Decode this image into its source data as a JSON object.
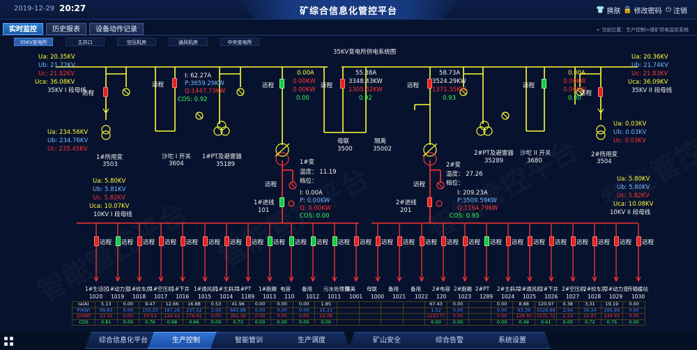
{
  "header": {
    "date": "2019-12-29",
    "time": "20:27",
    "title": "矿综合信息化管控平台",
    "skin": "换肤",
    "change_password": "修改密码",
    "logout": "注销"
  },
  "top_tabs": [
    "实时监控",
    "历史报表",
    "设备动作记录"
  ],
  "location": "当前位置：生产控制>煤矿供电监控系统",
  "sub_tabs": [
    "35KV变电所",
    "主井口",
    "空压机房",
    "通风机房",
    "中央变电所"
  ],
  "diagram": {
    "title": "35KV变电所供电系统图",
    "left_bus": {
      "ua": "Ua:  20.35KV",
      "ub": "Ub:  21.72KV",
      "uc": "Uc:  21.82KV",
      "uca": "Uca:  36.08KV",
      "name": "35KV I 段母线"
    },
    "right_bus": {
      "ua": "Ua:  20.36KV",
      "ub": "Ub:  21.74KV",
      "uc": "Uc:  21.83KV",
      "uca": "Uca:  36.09KV",
      "name": "35KV II 段母线"
    },
    "tr1": {
      "ua": "Ua:  234.56KV",
      "ub": "Ub:  234.76KV",
      "uc": "Uc:  235.45KV",
      "name": "1#所用变",
      "code": "3503"
    },
    "tr2": {
      "ua": "Ua:  0.03KV",
      "ub": "Ub:  0.03KV",
      "uc": "Uc:  0.03KV",
      "name": "2#所用变",
      "code": "3504"
    },
    "line1": {
      "i": "I:   62.27A",
      "p": "P:3659.29KW",
      "q": "Q:1447.73KW",
      "cos": "COS:    0.92",
      "name": "沙坨 I 开关",
      "code": "3604"
    },
    "line2": {
      "name": "沙坨 II 开关",
      "code": "3680"
    },
    "pt1": {
      "name": "1#PT及避雷器",
      "code": "35189"
    },
    "pt2": {
      "name": "2#PT及避雷器",
      "code": "35289"
    },
    "f1": {
      "i": "0.00A",
      "p": "0.00KW",
      "q": "0.00KW",
      "cos": "0.00"
    },
    "tie": {
      "i": "55.38A",
      "p": "3348.43KW",
      "q": "1305.62KW",
      "cos": "0.92",
      "name": "母联",
      "code": "3500",
      "name2": "隔离",
      "code2": "35002"
    },
    "f2": {
      "i": "58.73A",
      "p": "3524.29KW",
      "q": "1371.35KW",
      "cos": "0.93"
    },
    "f3": {
      "i": "0.00A",
      "p": "0.00KW",
      "q": "0.00KW",
      "cos": "0.00"
    },
    "t1": {
      "name": "1#变",
      "temp": "温度：  11.19",
      "pos": "档位："
    },
    "t2": {
      "name": "2#变",
      "temp": "温度：  27.26",
      "pos": "档位："
    },
    "in1": {
      "i": "I:       0.00A",
      "p": "P:      0.00KW",
      "q": "Q:      0.00KW",
      "cos": "COS:          0.00",
      "name": "1#进线",
      "code": "101"
    },
    "in2": {
      "i": "I:   209.23A",
      "p": "P:3509.59KW",
      "q": "Q:1164.79KW",
      "cos": "COS:      0.95",
      "name": "2#进线",
      "code": "201"
    },
    "low_left": {
      "ua": "Ua:  5.80KV",
      "ub": "Ub:  5.81KV",
      "uc": "Uc:  5.82KV",
      "uca": "Uca:  10.07KV",
      "name": "10KV I 段母线"
    },
    "low_right": {
      "ua": "Ua:  5.80KV",
      "ub": "Ub:  5.80KV",
      "uc": "Uc:  5.82KV",
      "uca": "Uca:  10.08KV",
      "name": "10KV II 段母线"
    },
    "remote": "远程"
  },
  "feeders": [
    {
      "name": "1#生活区",
      "code": "1020",
      "color": "red"
    },
    {
      "name": "1#动力变",
      "code": "1019",
      "color": "green"
    },
    {
      "name": "1#绞车房",
      "code": "1018",
      "color": "red"
    },
    {
      "name": "1#空压机",
      "code": "1017",
      "color": "red"
    },
    {
      "name": "1#下井",
      "code": "1016",
      "color": "red"
    },
    {
      "name": "1#通风机",
      "code": "1015",
      "color": "red"
    },
    {
      "name": "1#主斜井",
      "code": "1014",
      "color": "red"
    },
    {
      "name": "1#PT",
      "code": "1189",
      "color": "red"
    },
    {
      "name": "1#跑踢",
      "code": "1013",
      "color": "green"
    },
    {
      "name": "电容",
      "code": "110",
      "color": "green"
    },
    {
      "name": "备用",
      "code": "1012",
      "color": "green"
    },
    {
      "name": "污水处理变",
      "code": "1011",
      "color": "green"
    },
    {
      "name": "隔离",
      "code": "1001",
      "color": "red"
    },
    {
      "name": "母联",
      "code": "1000",
      "color": "red"
    },
    {
      "name": "备用",
      "code": "1021",
      "color": "red"
    },
    {
      "name": "备用",
      "code": "1022",
      "color": "red"
    },
    {
      "name": "2#电容",
      "code": "120",
      "color": "red"
    },
    {
      "name": "2#跑踢",
      "code": "1023",
      "color": "red"
    },
    {
      "name": "2#PT",
      "code": "1289",
      "color": "green"
    },
    {
      "name": "2#主斜井",
      "code": "1024",
      "color": "red"
    },
    {
      "name": "2#通风机",
      "code": "1025",
      "color": "red"
    },
    {
      "name": "2#下井",
      "code": "1026",
      "color": "red"
    },
    {
      "name": "2#空压机",
      "code": "1027",
      "color": "red"
    },
    {
      "name": "2#绞车房",
      "code": "1028",
      "color": "red"
    },
    {
      "name": "2#动力变",
      "code": "1029",
      "color": "red"
    },
    {
      "name": "传输缓站",
      "code": "1030",
      "color": "red"
    }
  ],
  "table": {
    "headers": [
      "Ia(A)",
      "P(KW)",
      "Q(KW)",
      "COS"
    ],
    "rows": [
      [
        "5.13",
        "0.00",
        "9.47",
        "12.66",
        "16.88",
        "0.53",
        "41.96",
        "0.00",
        "0.00",
        "0.00",
        "1.85",
        "",
        "",
        "",
        "",
        "67.43",
        "0.00",
        "",
        "0.00",
        "8.88",
        "120.97",
        "0.38",
        "3.31",
        "19.19",
        "0.00"
      ],
      [
        "89.83",
        "0.00",
        "150.23",
        "187.28",
        "237.52",
        "2.03",
        "665.88",
        "0.00",
        "0.00",
        "0.00",
        "15.23",
        "",
        "",
        "",
        "",
        "1.52",
        "0.00",
        "",
        "0.00",
        "93.39",
        "1528.68",
        "2.54",
        "56.34",
        "295.89",
        "0.00"
      ],
      [
        "23.35",
        "0.00",
        "63.53",
        "124.42",
        "176.62",
        "0.00",
        "361.36",
        "0.00",
        "0.00",
        "0.00",
        "22.08",
        "",
        "",
        "",
        "",
        "1233.77",
        "0.00",
        "",
        "0.00",
        "128.40",
        "1531.72",
        "2.23",
        "31.97",
        "144.65",
        "0.00"
      ],
      [
        "0.81",
        "0.00",
        "0.76",
        "0.68",
        "0.66",
        "0.00",
        "0.73",
        "0.00",
        "0.00",
        "0.00",
        "0.00",
        "",
        "",
        "",
        "",
        "0.00",
        "0.00",
        "",
        "0.00",
        "0.49",
        "0.61",
        "0.00",
        "0.72",
        "0.75",
        "0.00"
      ]
    ]
  },
  "bottom_nav": [
    "综合信息化平台",
    "生产控制",
    "智能管训",
    "生产调度",
    "矿山安全",
    "综合告警",
    "系统设置"
  ],
  "colors": {
    "bus": "#ffff33",
    "low_bus": "#ff3535",
    "breaker_closed": "#e8211f",
    "breaker_open": "#16c83f",
    "accent": "#2a7fd0"
  }
}
